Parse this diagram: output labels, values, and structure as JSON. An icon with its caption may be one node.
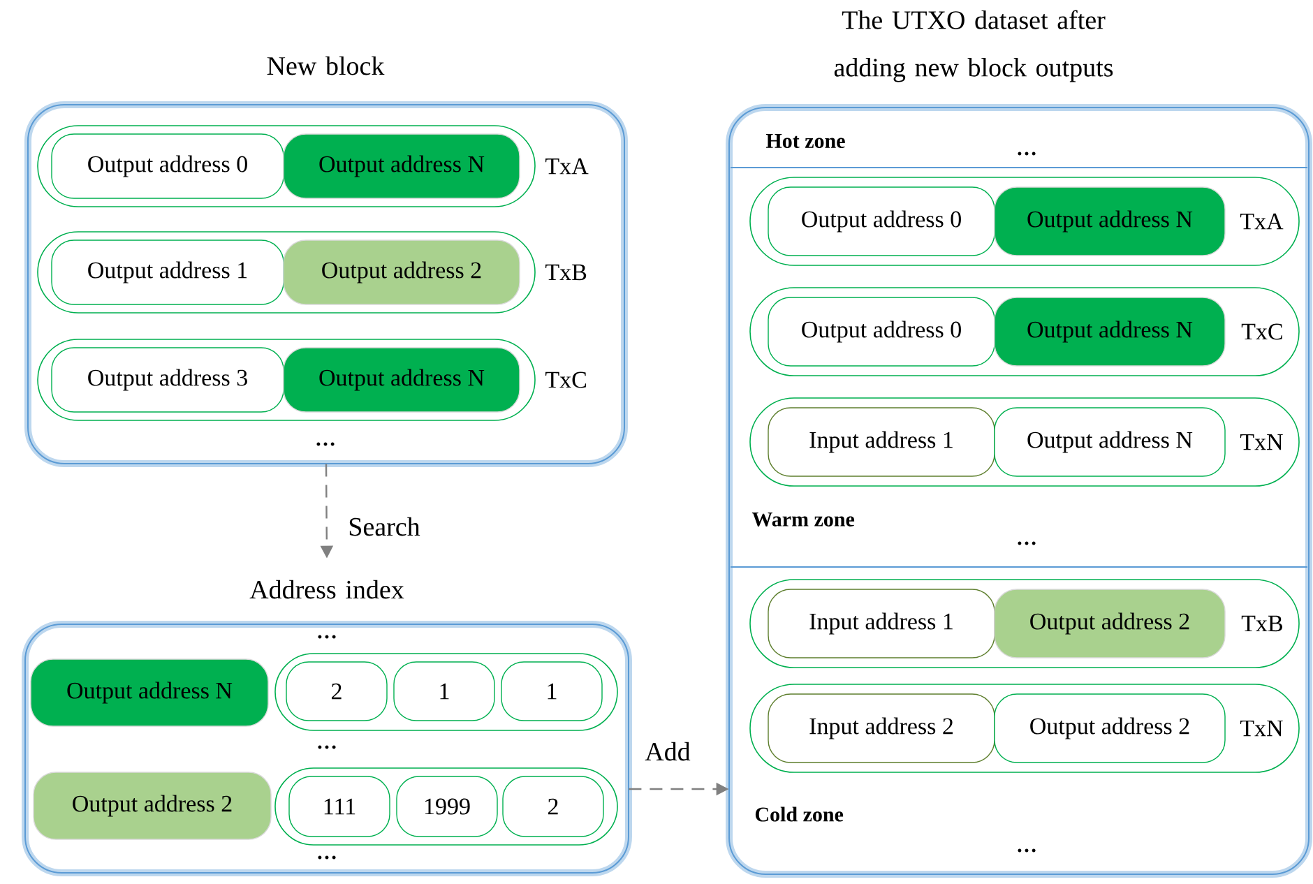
{
  "diagram": {
    "nodes": [
      {
        "text": [
          "New block"
        ]
      },
      {
        "text": [],
        "shape": "box",
        "in": 0,
        "beside": [
          "TxA"
        ]
      },
      {
        "text": [
          "Output address 0"
        ],
        "in": 1
      },
      {
        "text": [
          "Output address N"
        ],
        "in": 1
      },
      {
        "text": [],
        "shape": "box",
        "in": 0,
        "beside": [
          "TxB"
        ]
      },
      {
        "text": [
          "Output address 1"
        ],
        "in": 4
      },
      {
        "text": [
          "Output address 2"
        ],
        "in": 4
      },
      {
        "text": [],
        "shape": "box",
        "in": 0,
        "beside": [
          "TxC"
        ]
      },
      {
        "text": [
          "Output address 3"
        ],
        "in": 7
      },
      {
        "text": [
          "Output address N"
        ],
        "in": 7
      },
      {
        "text": [
          "Address index"
        ]
      },
      {
        "text": [
          "Output address N"
        ],
        "in": 10
      },
      {
        "text": [],
        "shape": "box",
        "in": 10
      },
      {
        "text": [
          "2"
        ],
        "in": 12
      },
      {
        "text": [
          "1"
        ],
        "in": 12
      },
      {
        "text": [
          "1"
        ],
        "in": 12
      },
      {
        "text": [
          "Output address 2"
        ],
        "in": 10
      },
      {
        "text": [],
        "shape": "box",
        "in": 10
      },
      {
        "text": [
          "111"
        ],
        "in": 17
      },
      {
        "text": [
          "1999"
        ],
        "in": 17
      },
      {
        "text": [
          "2"
        ],
        "in": 17
      },
      {
        "text": [
          "The UTXO dataset after adding new block outputs"
        ]
      },
      {
        "text": [
          "TxA"
        ],
        "in": 21
      },
      {
        "text": [
          "Output address 0"
        ],
        "in": 22
      },
      {
        "text": [
          "Output address N"
        ],
        "in": 22
      },
      {
        "text": [
          "TxC"
        ],
        "in": 21
      },
      {
        "text": [
          "Output address 0"
        ],
        "in": 25
      },
      {
        "text": [
          "Output address N"
        ],
        "in": 25
      },
      {
        "text": [
          "TxN"
        ],
        "in": 21
      },
      {
        "text": [
          "Input address 1"
        ],
        "in": 28
      },
      {
        "text": [
          "Output address N"
        ],
        "in": 28
      },
      {
        "text": [
          "TxB"
        ],
        "in": 21
      },
      {
        "text": [
          "Input address 1"
        ],
        "in": 31
      },
      {
        "text": [
          "Output address 2"
        ],
        "in": 31
      },
      {
        "text": [
          "TxN"
        ],
        "in": 21
      },
      {
        "text": [
          "Input address 2"
        ],
        "in": 34
      },
      {
        "text": [
          "Output address 2"
        ],
        "in": 34
      }
    ],
    "edges": [
      {
        "from": 0,
        "to": 10,
        "arrow": "to",
        "label": "Search",
        "style": "dashed"
      },
      {
        "from": 10,
        "to": 21,
        "arrow": "to",
        "label": "Add",
        "style": "dashed"
      }
    ],
    "labels": [
      "…",
      "…",
      "…",
      "…",
      "Hot zone",
      "…",
      "Warm zone",
      "…",
      "Cold zone",
      "…"
    ]
  }
}
